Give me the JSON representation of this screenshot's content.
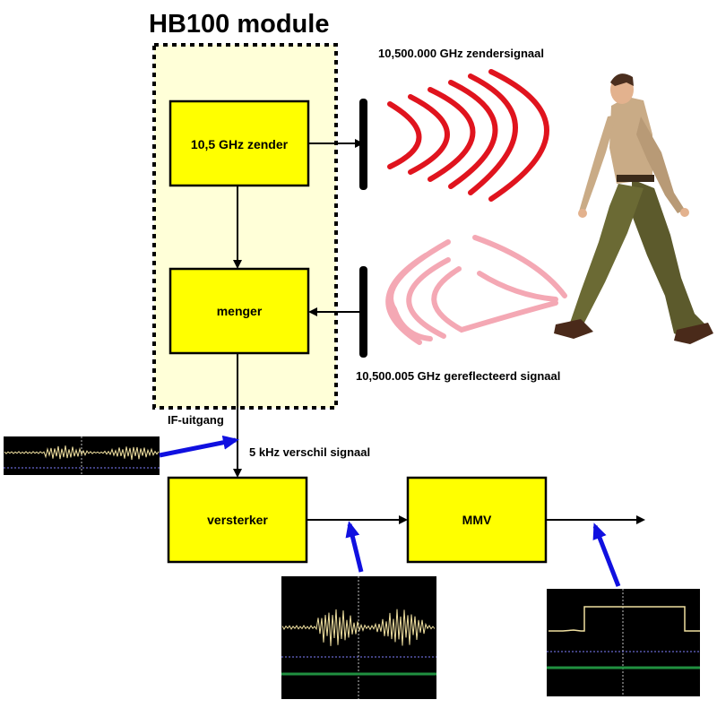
{
  "module": {
    "title": "HB100 module"
  },
  "blocks": {
    "transmitter": "10,5 GHz zender",
    "mixer": "menger",
    "amplifier": "versterker",
    "mmv": "MMV"
  },
  "signals": {
    "transmit": "10,500.000 GHz zendersignaal",
    "reflected": "10,500.005 GHz gereflecteerd signaal",
    "if_output": "IF-uitgang",
    "difference": "5 kHz verschil signaal"
  },
  "colors": {
    "block_fill": "#ffff00",
    "module_fill": "#ffffd8",
    "transmit_wave": "#e0141e",
    "reflected_wave": "#f4a8b4",
    "pointer_arrow": "#1010e0",
    "scope_background": "#000000",
    "scope_trace": "#f0e0a0"
  },
  "icons": [
    "walking-person-illustration",
    "oscilloscope-trace"
  ]
}
